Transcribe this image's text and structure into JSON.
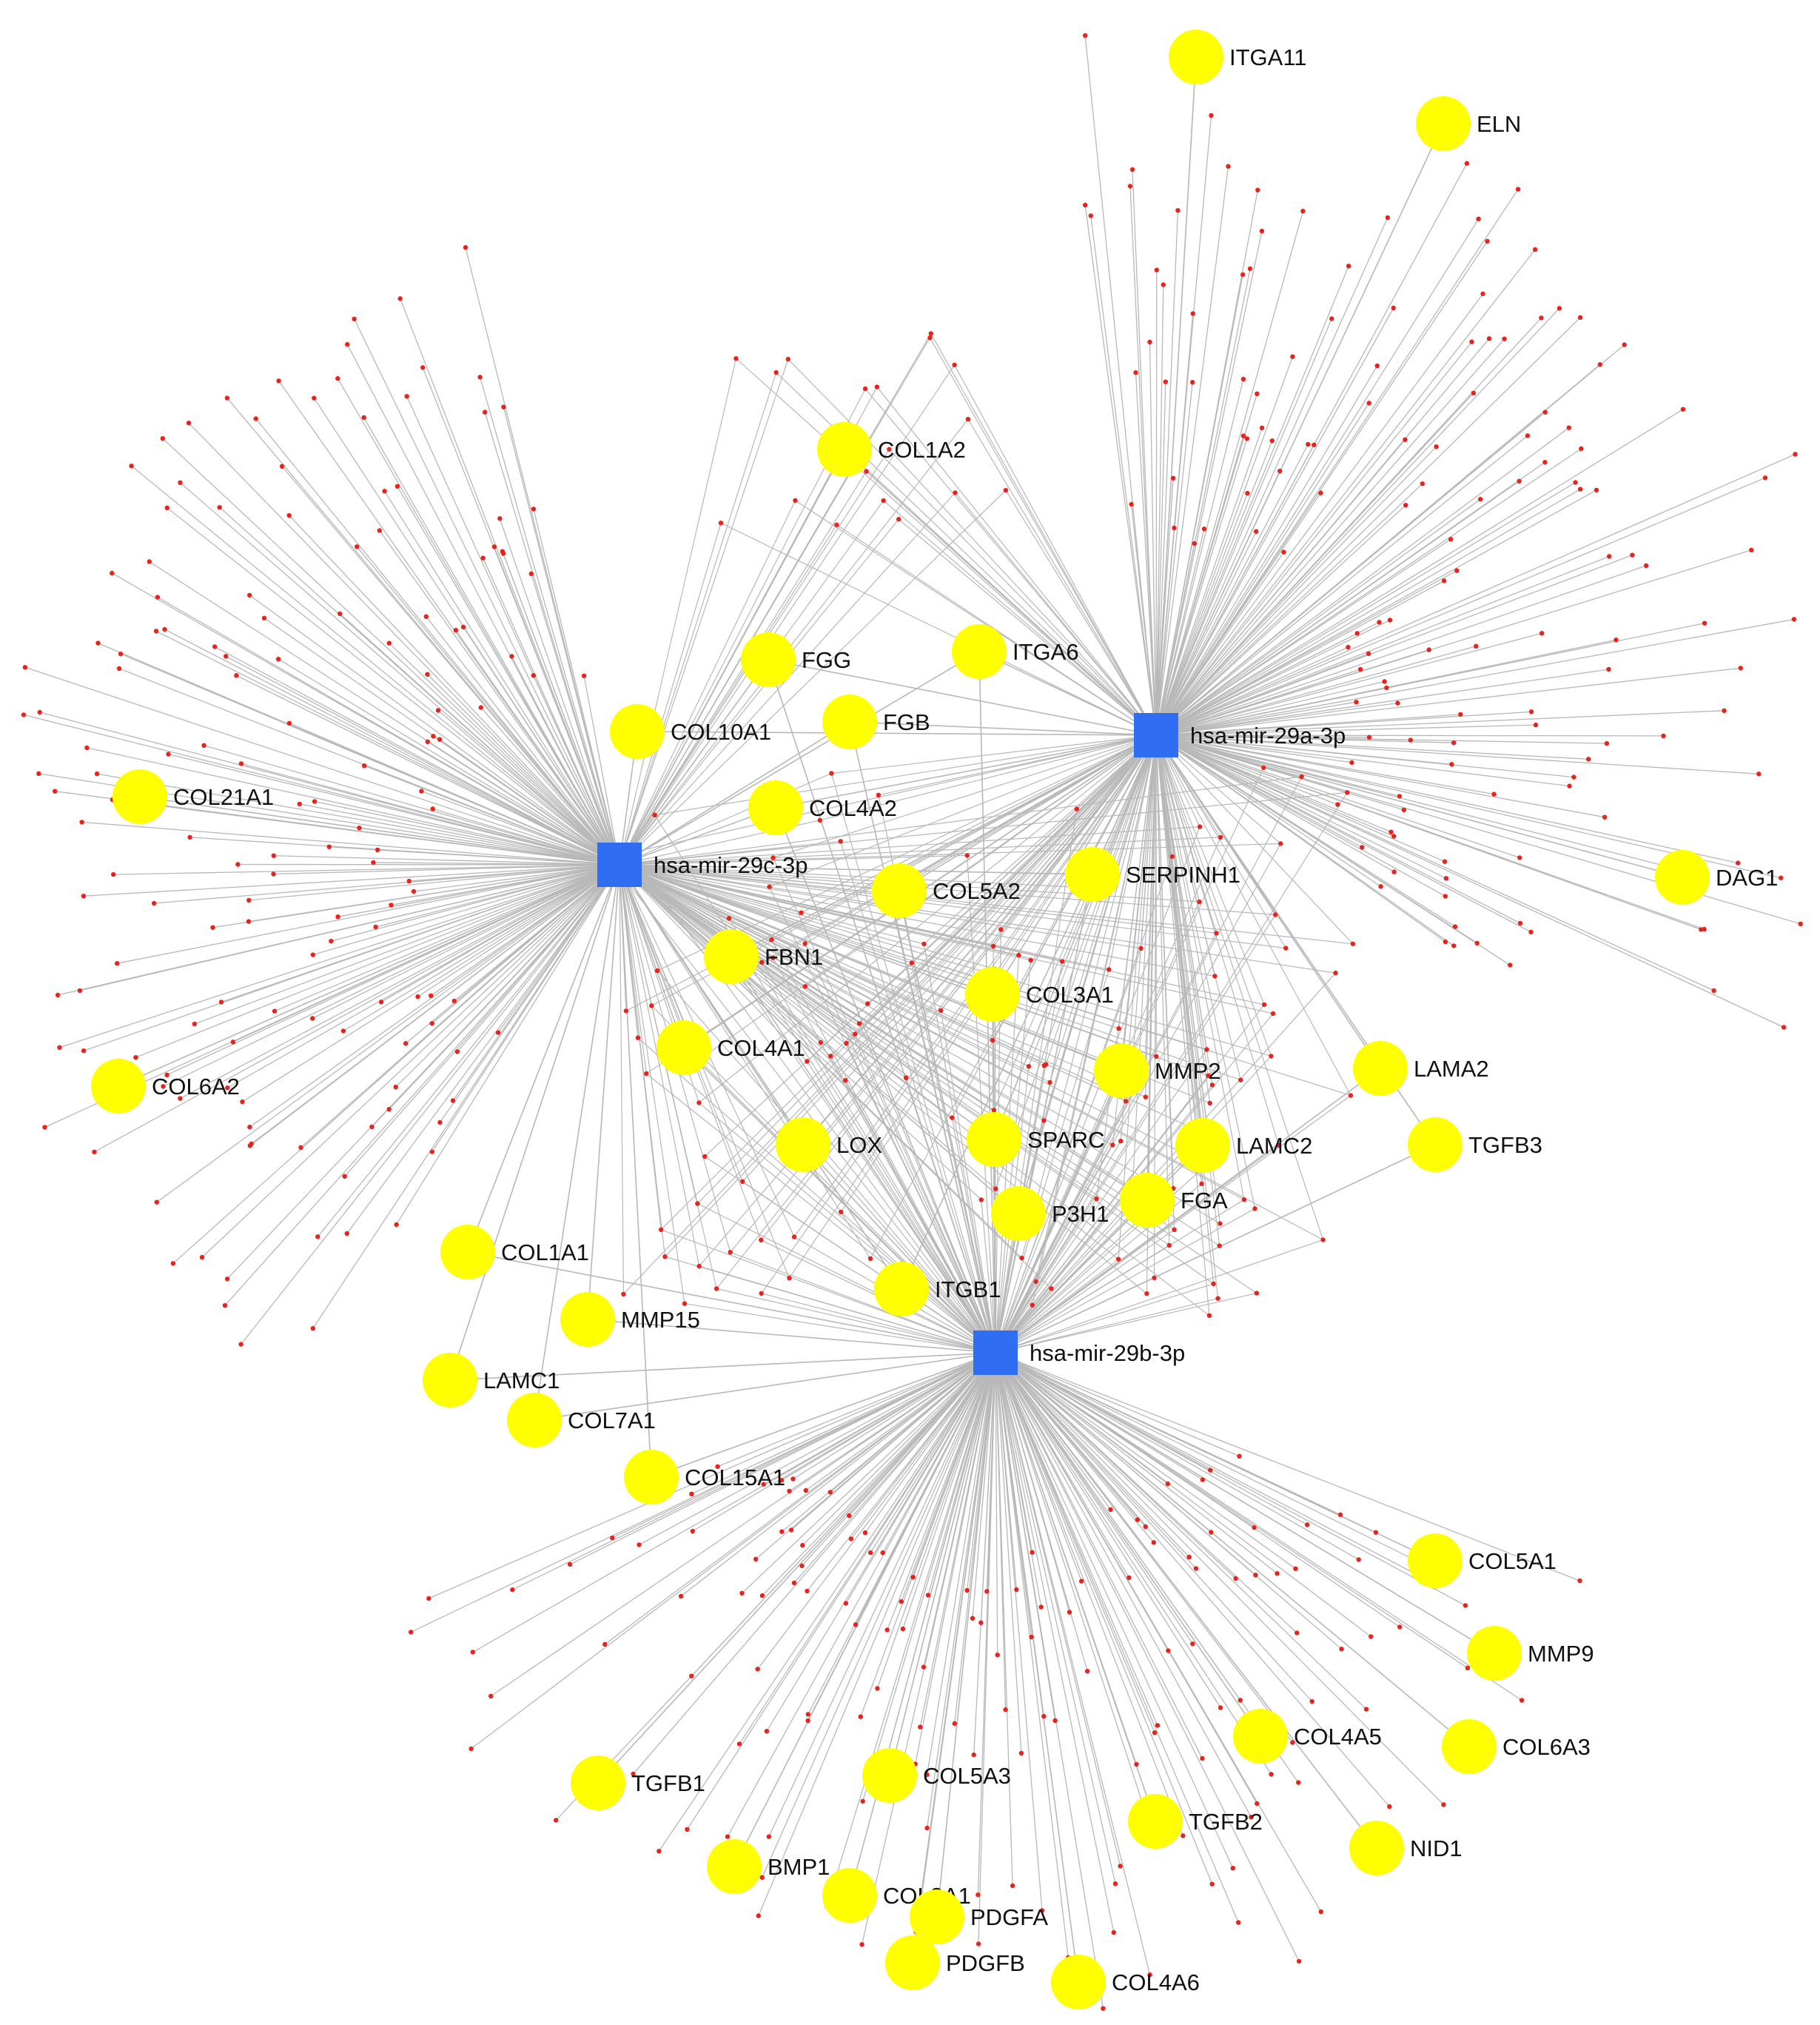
{
  "colors": {
    "hub": "#2f6df2",
    "gene": "#ffff00",
    "edge": "#b8b8b8",
    "dot": "#e8231c",
    "label": "#111111"
  },
  "hubs": [
    {
      "id": "h29c",
      "label": "hsa-mir-29c-3p"
    },
    {
      "id": "h29a",
      "label": "hsa-mir-29a-3p"
    },
    {
      "id": "h29b",
      "label": "hsa-mir-29b-3p"
    }
  ],
  "genes": [
    {
      "label": "ITGA11",
      "hubs": [
        "h29a"
      ]
    },
    {
      "label": "ELN",
      "hubs": [
        "h29a"
      ]
    },
    {
      "label": "COL1A2",
      "hubs": [
        "h29c",
        "h29a"
      ]
    },
    {
      "label": "FGG",
      "hubs": [
        "h29c",
        "h29a",
        "h29b"
      ]
    },
    {
      "label": "ITGA6",
      "hubs": [
        "h29c",
        "h29a",
        "h29b"
      ]
    },
    {
      "label": "COL10A1",
      "hubs": [
        "h29c",
        "h29a"
      ]
    },
    {
      "label": "FGB",
      "hubs": [
        "h29c",
        "h29a",
        "h29b"
      ]
    },
    {
      "label": "COL21A1",
      "hubs": [
        "h29c"
      ]
    },
    {
      "label": "COL4A2",
      "hubs": [
        "h29c",
        "h29a",
        "h29b"
      ]
    },
    {
      "label": "DAG1",
      "hubs": [
        "h29a"
      ]
    },
    {
      "label": "COL5A2",
      "hubs": [
        "h29c",
        "h29a",
        "h29b"
      ]
    },
    {
      "label": "SERPINH1",
      "hubs": [
        "h29c",
        "h29a",
        "h29b"
      ]
    },
    {
      "label": "FBN1",
      "hubs": [
        "h29c",
        "h29a",
        "h29b"
      ]
    },
    {
      "label": "COL3A1",
      "hubs": [
        "h29c",
        "h29a",
        "h29b"
      ]
    },
    {
      "label": "COL4A1",
      "hubs": [
        "h29c",
        "h29a",
        "h29b"
      ]
    },
    {
      "label": "MMP2",
      "hubs": [
        "h29c",
        "h29a",
        "h29b"
      ]
    },
    {
      "label": "LAMA2",
      "hubs": [
        "h29a",
        "h29b"
      ]
    },
    {
      "label": "COL6A2",
      "hubs": [
        "h29c"
      ]
    },
    {
      "label": "LOX",
      "hubs": [
        "h29c",
        "h29a",
        "h29b"
      ]
    },
    {
      "label": "SPARC",
      "hubs": [
        "h29c",
        "h29a",
        "h29b"
      ]
    },
    {
      "label": "LAMC2",
      "hubs": [
        "h29a",
        "h29b"
      ]
    },
    {
      "label": "TGFB3",
      "hubs": [
        "h29a",
        "h29b"
      ]
    },
    {
      "label": "P3H1",
      "hubs": [
        "h29c",
        "h29a",
        "h29b"
      ]
    },
    {
      "label": "FGA",
      "hubs": [
        "h29c",
        "h29a",
        "h29b"
      ]
    },
    {
      "label": "COL1A1",
      "hubs": [
        "h29c",
        "h29b"
      ]
    },
    {
      "label": "ITGB1",
      "hubs": [
        "h29c",
        "h29a",
        "h29b"
      ]
    },
    {
      "label": "MMP15",
      "hubs": [
        "h29c",
        "h29b"
      ]
    },
    {
      "label": "LAMC1",
      "hubs": [
        "h29c",
        "h29b"
      ]
    },
    {
      "label": "COL7A1",
      "hubs": [
        "h29c",
        "h29b"
      ]
    },
    {
      "label": "COL15A1",
      "hubs": [
        "h29c",
        "h29b"
      ]
    },
    {
      "label": "COL5A1",
      "hubs": [
        "h29b"
      ]
    },
    {
      "label": "MMP9",
      "hubs": [
        "h29b"
      ]
    },
    {
      "label": "COL4A5",
      "hubs": [
        "h29b"
      ]
    },
    {
      "label": "COL6A3",
      "hubs": [
        "h29b"
      ]
    },
    {
      "label": "TGFB1",
      "hubs": [
        "h29b"
      ]
    },
    {
      "label": "COL5A3",
      "hubs": [
        "h29b"
      ]
    },
    {
      "label": "TGFB2",
      "hubs": [
        "h29b"
      ]
    },
    {
      "label": "NID1",
      "hubs": [
        "h29b"
      ]
    },
    {
      "label": "BMP1",
      "hubs": [
        "h29b"
      ]
    },
    {
      "label": "COL2A1",
      "hubs": [
        "h29b"
      ]
    },
    {
      "label": "PDGFA",
      "hubs": [
        "h29b"
      ]
    },
    {
      "label": "PDGFB",
      "hubs": [
        "h29b"
      ]
    },
    {
      "label": "COL4A6",
      "hubs": [
        "h29b"
      ]
    }
  ]
}
